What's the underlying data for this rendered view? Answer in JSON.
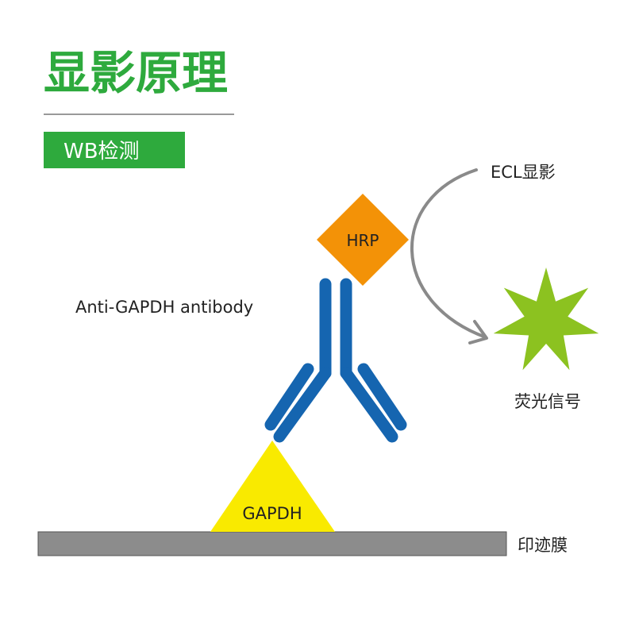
{
  "title": "显影原理",
  "section_label": "WB检测",
  "labels": {
    "enzyme": "HRP",
    "antibody": "Anti-GAPDH antibody",
    "antigen": "GAPDH",
    "reagent": "ECL显影",
    "signal": "荧光信号",
    "membrane": "印迹膜"
  },
  "colors": {
    "brand_green": "#2eaa3d",
    "antibody_blue": "#1565b0",
    "hrp_orange": "#f39207",
    "antigen_yellow": "#f9ea00",
    "signal_green": "#8cc220",
    "membrane_gray": "#8c8c8c",
    "arrow_gray": "#8a8a8a"
  },
  "icons": [
    "signal-star-icon",
    "curved-arrow-icon"
  ]
}
